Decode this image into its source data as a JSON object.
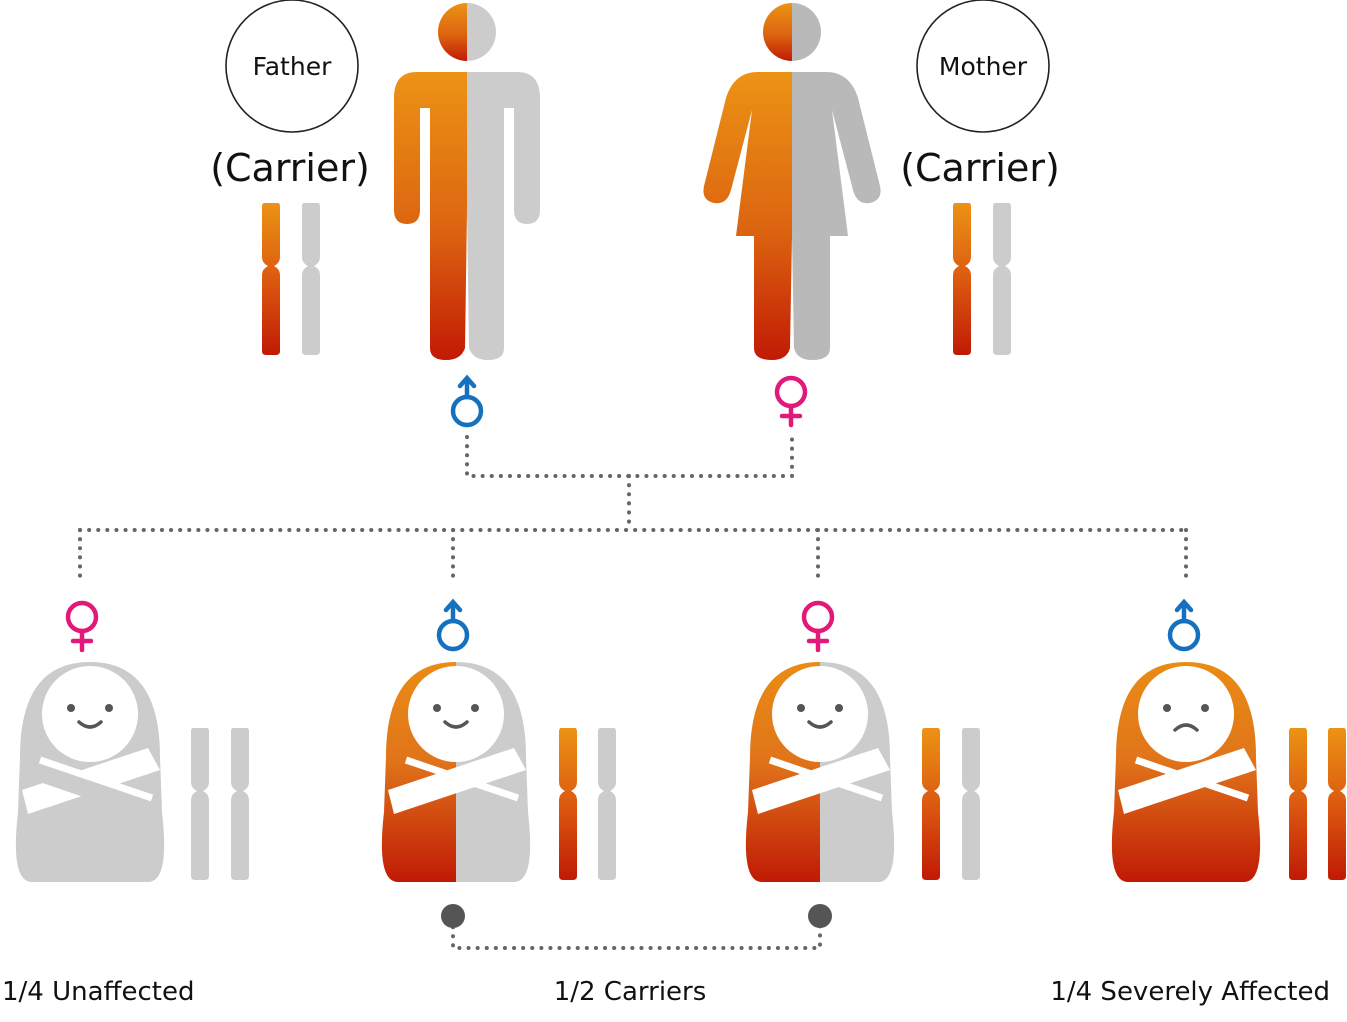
{
  "parents": {
    "father": {
      "label": "Father",
      "status": "(Carrier)"
    },
    "mother": {
      "label": "Mother",
      "status": "(Carrier)"
    }
  },
  "outcomes": {
    "unaffected": "1/4 Unaffected",
    "carriers": "1/2 Carriers",
    "affected": "1/4 Severely Affected"
  },
  "symbols": {
    "male": "male-symbol",
    "female": "female-symbol"
  },
  "colors": {
    "affected_top": "#e88a14",
    "affected_bottom": "#c21a05",
    "normal": "#cccccc",
    "normal_mother": "#b9b9b9",
    "male_symbol": "#1571c0",
    "female_symbol": "#e0197a",
    "connector": "#666666",
    "face": "#555555"
  }
}
